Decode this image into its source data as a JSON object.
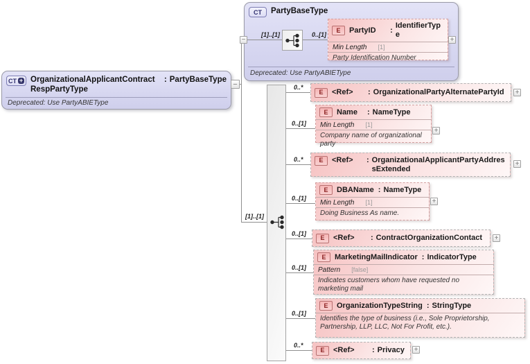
{
  "labels": {
    "colon": ":"
  },
  "icons": {
    "expand": "+",
    "collapse": "−",
    "ct_plus": "+"
  },
  "colors": {
    "complex_type_fill": "#d9d9f3",
    "complex_type_border": "#9a9aa8",
    "element_fill": "#f6c2c2",
    "element_badge_text": "#8b2222",
    "connector": "#8f8f8f"
  },
  "diagram": {
    "root": {
      "badge": "CT",
      "name": "OrganizationalApplicantContractRespPartyType",
      "type": "PartyBaseType",
      "annotation": "Deprecated: Use PartyABIEType"
    },
    "base": {
      "badge": "CT",
      "title": "PartyBaseType",
      "annotation": "Deprecated: Use PartyABIEType",
      "cardinality": "[1]..[1]",
      "element": {
        "badge": "E",
        "cardinality": "0..[1]",
        "name": "PartyID",
        "type": "IdentifierType",
        "facet_name": "Min Length",
        "facet_value": "[1]",
        "annotation": "Party Identification Number"
      }
    },
    "main_cardinality": "[1]..[1]",
    "elements": [
      {
        "badge": "E",
        "cardinality": "0..*",
        "name": "<Ref>",
        "type": "OrganizationalPartyAlternatePartyId"
      },
      {
        "badge": "E",
        "cardinality": "0..[1]",
        "name": "Name",
        "type": "NameType",
        "facet_name": "Min Length",
        "facet_value": "[1]",
        "annotation": "Company name of organizational party"
      },
      {
        "badge": "E",
        "cardinality": "0..*",
        "name": "<Ref>",
        "type": "OrganizationalApplicantPartyAddressExtended"
      },
      {
        "badge": "E",
        "cardinality": "0..[1]",
        "name": "DBAName",
        "type": "NameType",
        "facet_name": "Min Length",
        "facet_value": "[1]",
        "annotation": "Doing Business As name."
      },
      {
        "badge": "E",
        "cardinality": "0..[1]",
        "name": "<Ref>",
        "type": "ContractOrganizationContact"
      },
      {
        "badge": "E",
        "cardinality": "0..[1]",
        "name": "MarketingMailIndicator",
        "type": "IndicatorType",
        "facet_name": "Pattern",
        "facet_value": "[false]",
        "annotation": "Indicates customers whom have requested no marketing mail"
      },
      {
        "badge": "E",
        "cardinality": "0..[1]",
        "name": "OrganizationTypeString",
        "type": "StringType",
        "annotation": "Identifies the type of business (i.e., Sole Proprietorship, Partnership, LLP, LLC, Not For Profit, etc.)."
      },
      {
        "badge": "E",
        "cardinality": "0..*",
        "name": "<Ref>",
        "type": "Privacy"
      }
    ]
  }
}
